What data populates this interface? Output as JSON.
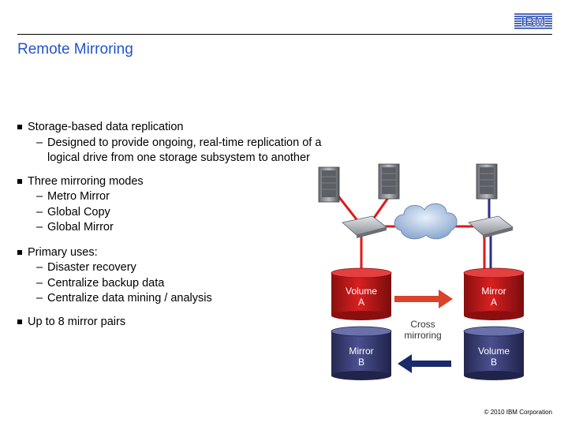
{
  "header": {
    "title": "Remote Mirroring",
    "logo_text": "IBM"
  },
  "bullets": [
    {
      "text": "Storage-based data replication",
      "subs": [
        "Designed to provide ongoing, real-time replication of a",
        "logical drive from one storage subsystem to another"
      ]
    },
    {
      "text": "Three mirroring modes",
      "subs": [
        "Metro Mirror",
        "Global Copy",
        "Global Mirror"
      ]
    },
    {
      "text": "Primary uses:",
      "subs": [
        "Disaster recovery",
        "Centralize backup data",
        "Centralize data mining / analysis"
      ]
    },
    {
      "text": "Up to 8 mirror pairs",
      "subs": []
    }
  ],
  "diagram": {
    "volume_a": "Volume\nA",
    "mirror_a": "Mirror\nA",
    "mirror_b": "Mirror\nB",
    "volume_b": "Volume\nB",
    "cross_label": "Cross\nmirroring",
    "colors": {
      "red_volume": "#cc1a1a",
      "blue_volume": "#3a3f7a",
      "red_link": "#e01818",
      "blue_link": "#2a2f8a",
      "arrow_red": "#d9432c",
      "arrow_blue": "#1a2a6a",
      "cloud": "#9fb8d8"
    }
  },
  "footer": {
    "copyright": "© 2010 IBM Corporation"
  }
}
